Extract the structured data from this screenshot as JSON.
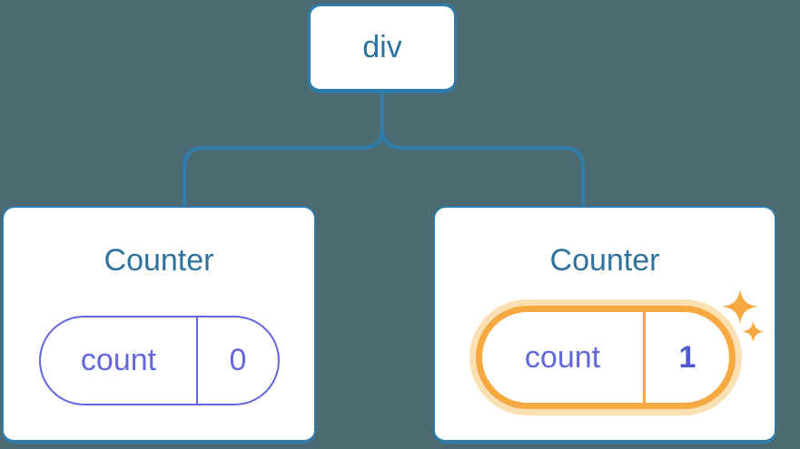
{
  "colors": {
    "background": "#4C6A72",
    "line": "#2D7CAB",
    "node-text": "#2E719C",
    "purple": "#6367DB",
    "purple-bold": "#5157CF",
    "orange": "#F5A940",
    "orange-halo": "#FBE0B3",
    "card-bg": "#FFFFFF"
  },
  "tree": {
    "root": {
      "label": "div"
    },
    "children": [
      {
        "title": "Counter",
        "state": {
          "key": "count",
          "value": "0"
        },
        "highlighted": false
      },
      {
        "title": "Counter",
        "state": {
          "key": "count",
          "value": "1"
        },
        "highlighted": true
      }
    ]
  }
}
